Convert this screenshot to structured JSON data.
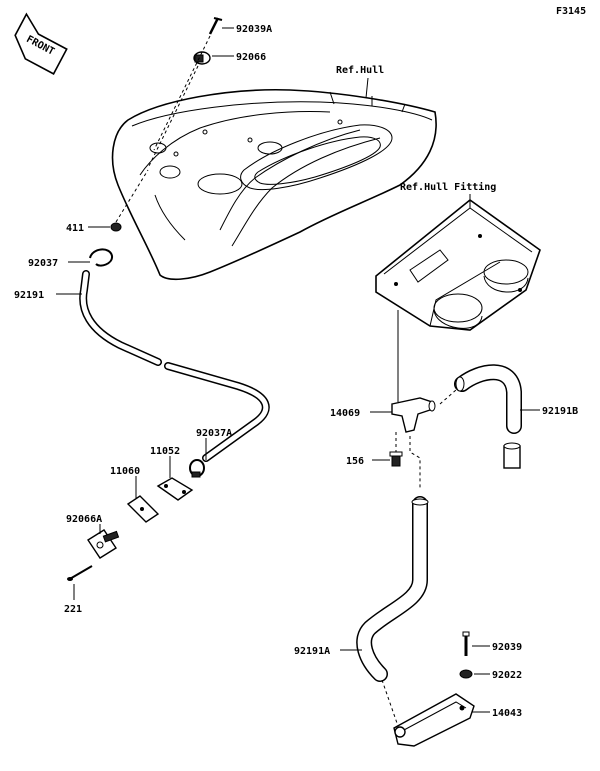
{
  "figure_code": "F3145",
  "front_label": "FRONT",
  "ref_labels": {
    "hull": "Ref.Hull",
    "hull_fitting": "Ref.Hull Fitting"
  },
  "parts": {
    "p92039A": "92039A",
    "p92066": "92066",
    "p411": "411",
    "p92037": "92037",
    "p92191": "92191",
    "p92037A": "92037A",
    "p11052": "11052",
    "p11060": "11060",
    "p92066A": "92066A",
    "p221": "221",
    "p14069": "14069",
    "p92191B": "92191B",
    "p156": "156",
    "p92191A": "92191A",
    "p92039": "92039",
    "p92022": "92022",
    "p14043": "14043"
  }
}
